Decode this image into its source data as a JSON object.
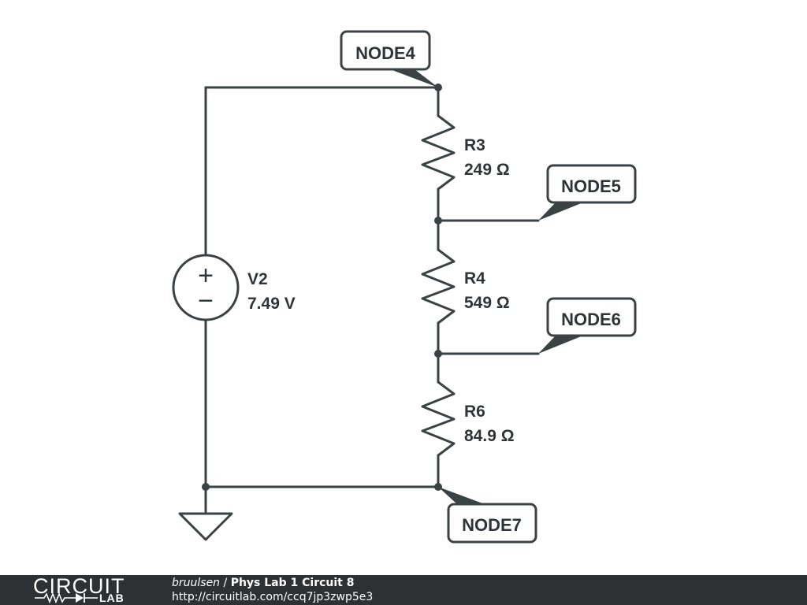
{
  "schematic": {
    "source": {
      "name": "V2",
      "value": "7.49 V",
      "plus": "+",
      "minus": "−"
    },
    "resistors": [
      {
        "name": "R3",
        "value": "249 Ω"
      },
      {
        "name": "R4",
        "value": "549 Ω"
      },
      {
        "name": "R6",
        "value": "84.9 Ω"
      }
    ],
    "nodes": [
      "NODE4",
      "NODE5",
      "NODE6",
      "NODE7"
    ]
  },
  "footer": {
    "logo_top": "CIRCUIT",
    "logo_bottom": "LAB",
    "author": "bruulsen",
    "separator": "/",
    "title": "Phys Lab 1 Circuit 8",
    "url": "http://circuitlab.com/ccq7jp3zwp5e3"
  },
  "colors": {
    "wire": "#3b4244",
    "label": "#2f3537",
    "footer_bg": "#2e3134"
  }
}
